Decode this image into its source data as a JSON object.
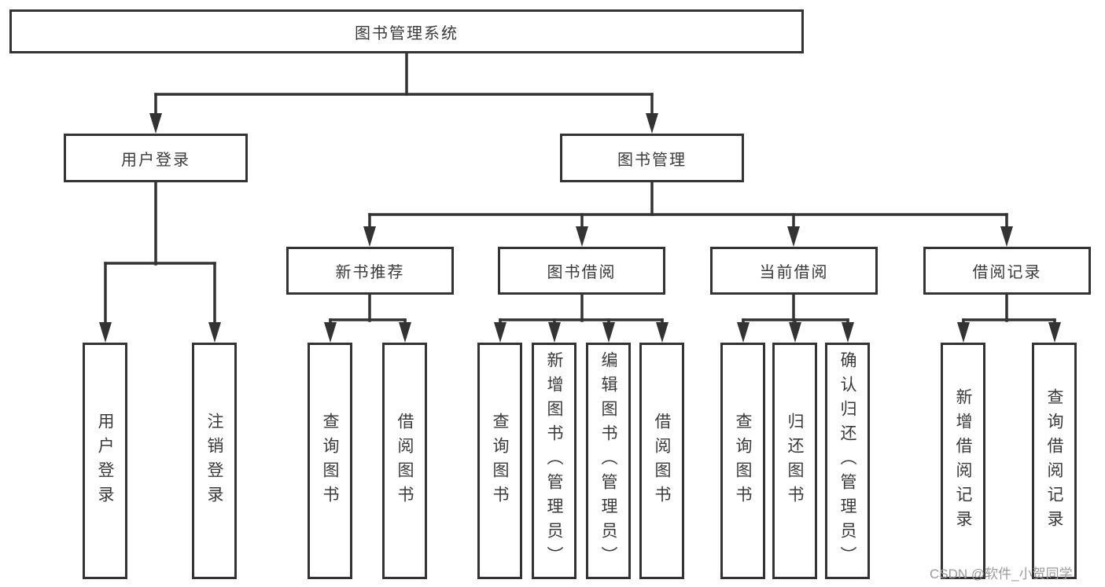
{
  "tree": {
    "label": "图书管理系统",
    "children": [
      {
        "label": "用户登录",
        "children": [
          {
            "label": "用户登录"
          },
          {
            "label": "注销登录"
          }
        ]
      },
      {
        "label": "图书管理",
        "children": [
          {
            "label": "新书推荐",
            "children": [
              {
                "label": "查询图书"
              },
              {
                "label": "借阅图书"
              }
            ]
          },
          {
            "label": "图书借阅",
            "children": [
              {
                "label": "查询图书"
              },
              {
                "label": "新增图书（管理员）"
              },
              {
                "label": "编辑图书（管理员）"
              },
              {
                "label": "借阅图书"
              }
            ]
          },
          {
            "label": "当前借阅",
            "children": [
              {
                "label": "查询图书"
              },
              {
                "label": "归还图书"
              },
              {
                "label": "确认归还（管理员）"
              }
            ]
          },
          {
            "label": "借阅记录",
            "children": [
              {
                "label": "新增借阅记录"
              },
              {
                "label": "查询借阅记录"
              }
            ]
          }
        ]
      }
    ]
  },
  "watermark": {
    "text": "CSDN @软件_小贺同学",
    "color": "#9a9a9a"
  },
  "colors": {
    "line": "#333333",
    "node_border": "#333333",
    "text": "#3a3a3a",
    "background": "#ffffff"
  }
}
